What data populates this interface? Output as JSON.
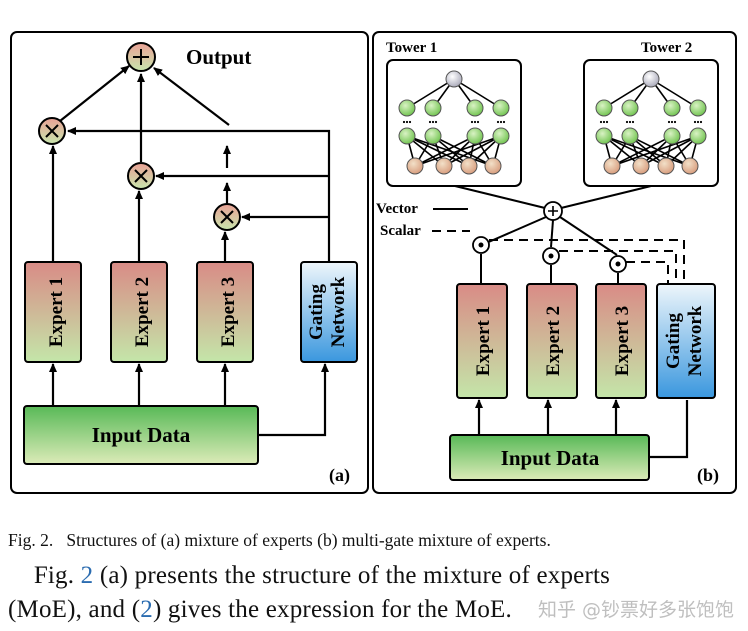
{
  "figure": {
    "panel_a": {
      "output_label": "Output",
      "experts": [
        "Expert 1",
        "Expert 2",
        "Expert 3"
      ],
      "gating": [
        "Gating",
        "Network"
      ],
      "input_label": "Input Data",
      "panel_label": "(a)"
    },
    "panel_b": {
      "towers": [
        "Tower 1",
        "Tower 2"
      ],
      "legend_vector": "Vector",
      "legend_scalar": "Scalar",
      "experts": [
        "Expert 1",
        "Expert 2",
        "Expert 3"
      ],
      "gating": [
        "Gating",
        "Network"
      ],
      "input_label": "Input Data",
      "panel_label": "(b)"
    }
  },
  "caption": {
    "number": "Fig. 2.",
    "text": "Structures of (a) mixture of experts (b) multi-gate mixture of experts."
  },
  "body": {
    "line1_pre": "Fig. ",
    "line1_link": "2",
    "line1_post": " (a) presents the structure of the mixture of experts",
    "line2_pre": "(MoE), and (",
    "line2_link": "2",
    "line2_post": ") gives the expression for the MoE."
  },
  "watermark": "知乎 @钞票好多张饱饱",
  "colors": {
    "expert_top": "#d98b86",
    "expert_bottom": "#bfe3a6",
    "gating_top": "#eaf4fb",
    "gating_bottom": "#3d9be0",
    "input_top": "#5ebc5c",
    "input_bottom": "#d9e9b6",
    "op_circle_top": "#e9a197",
    "op_circle_bottom": "#c7e4ad",
    "link": "#2b6cb0"
  }
}
